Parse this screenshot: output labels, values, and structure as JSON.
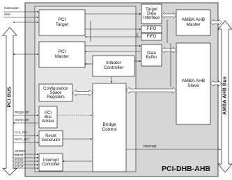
{
  "colors": {
    "chip_fill": "#d6d6d6",
    "panel_fill": "#e6e6e6",
    "block_fill": "#ffffff",
    "bus_fill": "#ffffff",
    "line": "#1a1a1a"
  },
  "signals": {
    "hostmode": "hostmoden",
    "idsel": "idsel",
    "req": "REQ[n:0]#",
    "gnt": "GNT[n:0]#",
    "clk": "CLK_PCI",
    "rst": "RST#_PCI",
    "serr": "SERR#",
    "inta": "INTA#",
    "intb": "INTB#",
    "intc": "INTC#",
    "intd": "INTD#",
    "interrupt": "Interrupt"
  },
  "buses": {
    "pci": "PCI BUS",
    "amba": "AMBA AHB Bus"
  },
  "blocks": {
    "pci_target": [
      "PCI",
      "Target"
    ],
    "pci_master": [
      "PCI",
      "Master"
    ],
    "initiator": [
      "Initiator",
      "Controller"
    ],
    "config": [
      "Configuration",
      "Space",
      "Registers"
    ],
    "arbiter": [
      "PCI",
      "Bus",
      "Arbiter"
    ],
    "reset": [
      "Reset",
      "Generator"
    ],
    "interrupt": [
      "Interrupt",
      "Controller"
    ],
    "bridge": [
      "Bridge",
      "Control"
    ],
    "target_data": [
      "Target",
      "Data",
      "Interface"
    ],
    "fifo1": "FIFO",
    "fifo2": "FIFO",
    "data_buffer": [
      "Data",
      "Buffer"
    ],
    "ahb_master": [
      "AMBA AHB",
      "Master"
    ],
    "ahb_slave": [
      "AMBA AHB",
      "Slave"
    ]
  },
  "title": "PCI-DHB-AHB"
}
